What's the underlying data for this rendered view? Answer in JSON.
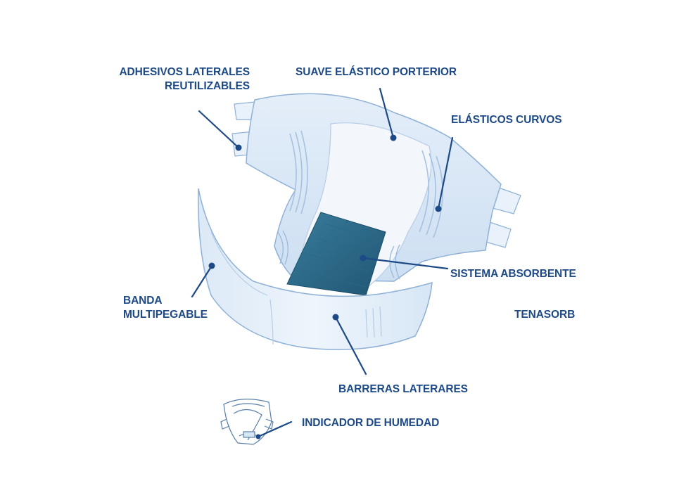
{
  "colors": {
    "label": "#1d4a87",
    "leader": "#1d4a87",
    "diaper_light": "#e6eff9",
    "diaper_mid": "#cfe0f2",
    "diaper_stroke": "#8fb1d6",
    "core": "#2f6f90",
    "core_dark": "#225a78"
  },
  "labels": {
    "adhesivos": [
      "ADHESIVOS LATERALES",
      "REUTILIZABLES"
    ],
    "suave": "SUAVE ELÁSTICO PORTERIOR",
    "elasticos": "ELÁSTICOS CURVOS",
    "banda": [
      "BANDA",
      "MULTIPEGABLE"
    ],
    "sistema": "SISTEMA ABSORBENTE",
    "tenasorb": "TENASORB",
    "barreras": "BARRERAS LATERARES",
    "indicador": "INDICADOR DE HUMEDAD"
  },
  "icons": {
    "main_illustration": "diaper-illustration",
    "small_illustration": "small-diaper-icon"
  }
}
